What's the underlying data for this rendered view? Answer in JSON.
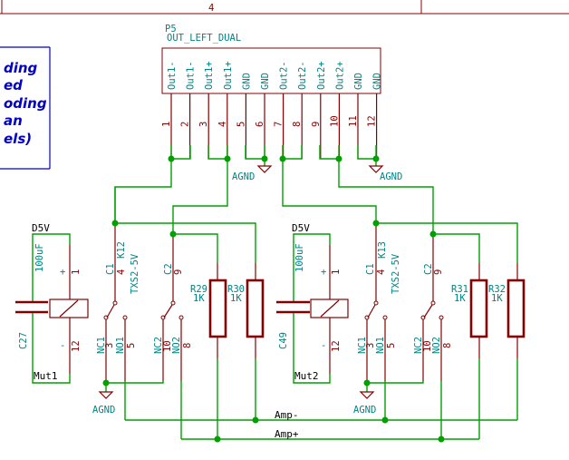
{
  "title_block": {
    "zone_label": "4"
  },
  "note": {
    "lines": [
      "ding",
      "ed",
      "oding",
      "an",
      "els)"
    ]
  },
  "connector": {
    "ref": "P5",
    "value": "OUT_LEFT_DUAL",
    "pins": [
      {
        "num": "1",
        "name": "Out1-"
      },
      {
        "num": "2",
        "name": "Out1-"
      },
      {
        "num": "3",
        "name": "Out1+"
      },
      {
        "num": "4",
        "name": "Out1+"
      },
      {
        "num": "5",
        "name": "GND"
      },
      {
        "num": "6",
        "name": "GND"
      },
      {
        "num": "7",
        "name": "Out2-"
      },
      {
        "num": "8",
        "name": "Out2-"
      },
      {
        "num": "9",
        "name": "Out2+"
      },
      {
        "num": "10",
        "name": "Out2+"
      },
      {
        "num": "11",
        "name": "GND"
      },
      {
        "num": "12",
        "name": "GND"
      }
    ]
  },
  "power": {
    "agnd": "AGND",
    "d5v": "D5V"
  },
  "nets": {
    "amp_minus": "Amp-",
    "amp_plus": "Amp+",
    "mut1": "Mut1",
    "mut2": "Mut2"
  },
  "relays": [
    {
      "ref": "K12",
      "value": "TXS2-5V",
      "c1": "C1",
      "c2": "C2",
      "nc1": "NC1",
      "no1": "NO1",
      "nc2": "NC2",
      "no2": "NO2",
      "pin_c1": "4",
      "pin_c2": "9",
      "pin_nc1": "3",
      "pin_no1": "5",
      "pin_nc2": "10",
      "pin_no2": "8",
      "pin_plus": "1",
      "pin_minus": "12"
    },
    {
      "ref": "K13",
      "value": "TXS2-5V",
      "c1": "C1",
      "c2": "C2",
      "nc1": "NC1",
      "no1": "NO1",
      "nc2": "NC2",
      "no2": "NO2",
      "pin_c1": "4",
      "pin_c2": "9",
      "pin_nc1": "3",
      "pin_no1": "5",
      "pin_nc2": "10",
      "pin_no2": "8",
      "pin_plus": "1",
      "pin_minus": "12"
    }
  ],
  "capacitors": [
    {
      "ref": "C27",
      "value": "100uF"
    },
    {
      "ref": "C49",
      "value": "100uF"
    }
  ],
  "resistors": [
    {
      "ref": "R29",
      "value": "1K"
    },
    {
      "ref": "R30",
      "value": "1K"
    },
    {
      "ref": "R31",
      "value": "1K"
    },
    {
      "ref": "R32",
      "value": "1K"
    }
  ],
  "coil_signs": {
    "plus": "+",
    "minus": "-"
  }
}
